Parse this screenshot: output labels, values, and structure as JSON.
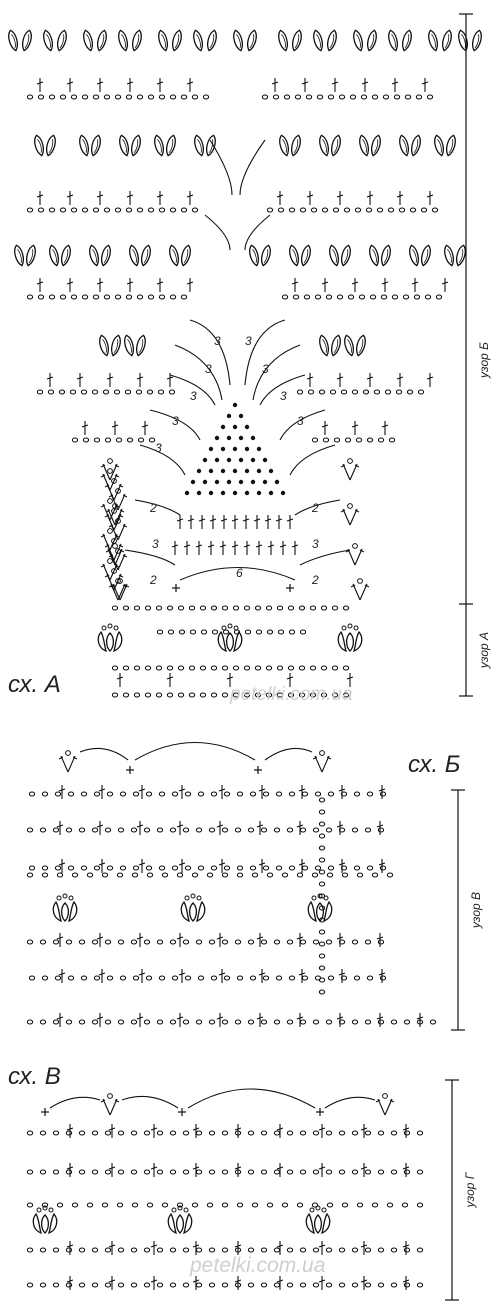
{
  "charts": {
    "a": {
      "label": "сх. А"
    },
    "b": {
      "label": "сх. Б"
    },
    "c": {
      "label": "сх. В"
    }
  },
  "patterns": {
    "b": "узор Б",
    "a": "узор А",
    "v": "узор В",
    "g": "узор Г"
  },
  "arch_counts": [
    "3",
    "3",
    "3",
    "3",
    "3",
    "3",
    "3",
    "3",
    "3",
    "2",
    "2",
    "3",
    "3",
    "2",
    "2",
    "6"
  ],
  "watermark": "petelki.com.ua",
  "symbols": {
    "chain": "o",
    "single_crochet": "+",
    "double_crochet": "†"
  },
  "colors": {
    "ink": "#111111",
    "watermark": "#cccccc"
  }
}
